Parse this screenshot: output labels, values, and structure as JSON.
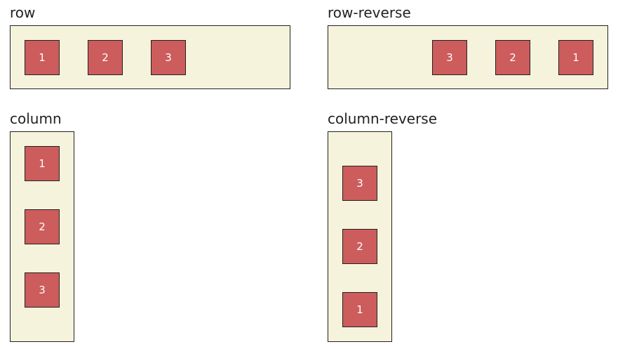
{
  "demos": [
    {
      "label": "row",
      "items": [
        "1",
        "2",
        "3"
      ]
    },
    {
      "label": "row-reverse",
      "items": [
        "1",
        "2",
        "3"
      ]
    },
    {
      "label": "column",
      "items": [
        "1",
        "2",
        "3"
      ]
    },
    {
      "label": "column-reverse",
      "items": [
        "1",
        "2",
        "3"
      ]
    }
  ],
  "colors": {
    "container_background": "#f5f3dc",
    "item_background": "#cd5c5c",
    "border": "#222222",
    "item_text": "#ffffff"
  }
}
